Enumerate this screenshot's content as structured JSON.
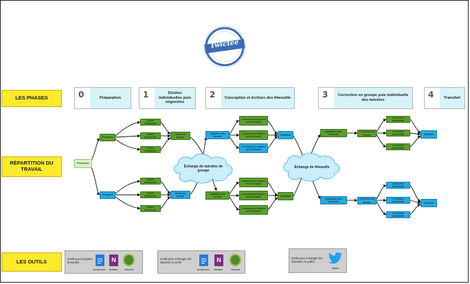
{
  "logo": {
    "text": "Twictée"
  },
  "rows": {
    "phases": "LES PHASES",
    "repartition": "RÉPARTITION DU TRAVAIL",
    "outils": "LES OUTILS"
  },
  "phases": [
    {
      "num": "0",
      "title": "Préparation"
    },
    {
      "num": "1",
      "title": "Dictées individuelles puis négociées"
    },
    {
      "num": "2",
      "title": "Conception et écriture des #twoutils"
    },
    {
      "num": "3",
      "title": "Correction en groupe puis individuelle des twictées"
    },
    {
      "num": "4",
      "title": "Transfert"
    }
  ],
  "nodes": {
    "preparation": "Préparation",
    "groupe_a": "Groupe A",
    "groupe_b": "Groupe B",
    "dictee_ind": "Dictée individuelle",
    "dictee_groupe": "Dictée de groupe",
    "twoutils_valides": "Validation des twoutils",
    "conception": "Conception et écriture des #Twoutils",
    "validation": "Validation",
    "application": "Application des #twoutils",
    "correction_groupe": "Correction de groupe",
    "correction_ind": "Correction individuelle",
    "transfert": "Transfert"
  },
  "clouds": {
    "echange_twictees": "Échange de twictées de groupe",
    "echange_twoutils": "Échange de #twoutils"
  },
  "tools": [
    {
      "label": "Outils pour préparer la twictée",
      "apps": [
        "Google docs",
        "OneNote",
        "Evernote"
      ]
    },
    {
      "label": "Outils pour échanger les twictées en privé",
      "apps": [
        "Google docs",
        "OneNote",
        "Evernote"
      ]
    },
    {
      "label": "Outils pour échanger les #twoutils en public",
      "apps": [
        "Twitter"
      ]
    }
  ],
  "colors": {
    "row_label": "#fdea2c",
    "phase_title_bg": "#d6f3f8",
    "green_node": "#5aa02c",
    "blue_node": "#27a9e1",
    "light_green_node": "#d7f5c4",
    "tools_bg": "#cfcfcf",
    "cloud_fill": "#c9eefc"
  }
}
